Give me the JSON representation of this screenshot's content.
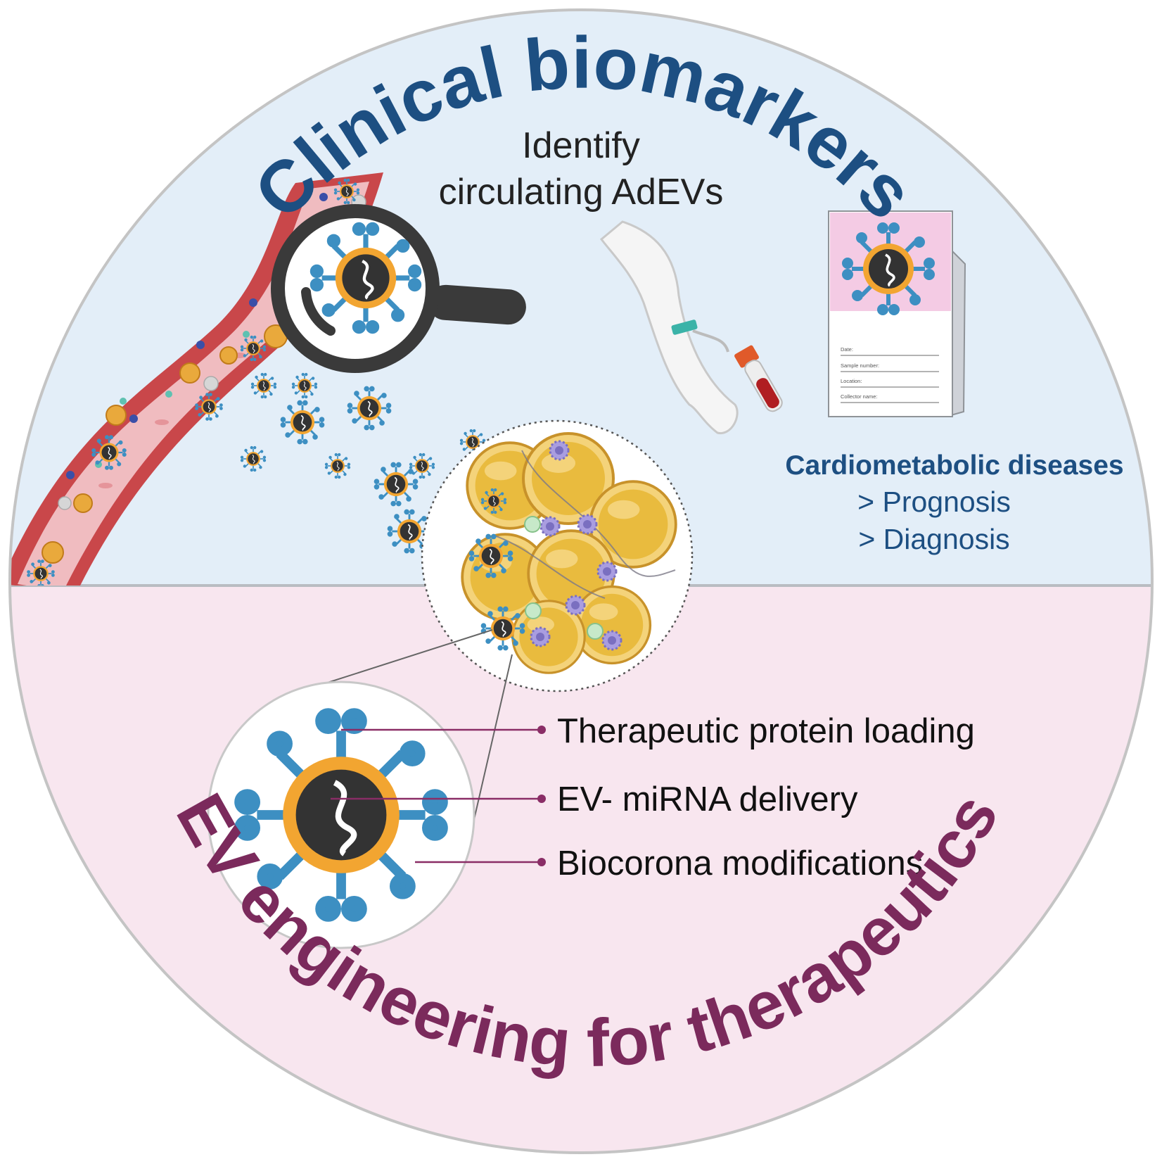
{
  "top_section": {
    "title": "Clinical biomarkers",
    "subtitle_line1": "Identify",
    "subtitle_line2": "circulating AdEVs",
    "disease_heading": "Cardiometabolic diseases",
    "disease_items": [
      "> Prognosis",
      "> Diagnosis"
    ],
    "sample_form_fields": [
      "Date:",
      "Sample number:",
      "Location:",
      "Collector name:"
    ]
  },
  "bottom_section": {
    "title": "EV engineering for therapeutics",
    "callouts": [
      "Therapeutic protein loading",
      "EV- miRNA delivery",
      "Biocorona modifications"
    ]
  },
  "colors": {
    "top_background": "#e3eef8",
    "bottom_background": "#f8e6ef",
    "top_title": "#1d4f82",
    "bottom_title": "#7b2a5c",
    "disease_text": "#1d4f82",
    "callout_line": "#8a2d66",
    "ev_core": "#333333",
    "ev_membrane": "#f2a531",
    "ev_receptor": "#3d8fc2",
    "vessel": "#c9474a",
    "adipocyte": "#e8b83c"
  },
  "icons": [
    "blood-vessel-icon",
    "magnifier-icon",
    "arm-blood-draw-icon",
    "blood-tube-icon",
    "sample-form-icon",
    "adipose-tissue-icon",
    "extracellular-vesicle-icon"
  ]
}
